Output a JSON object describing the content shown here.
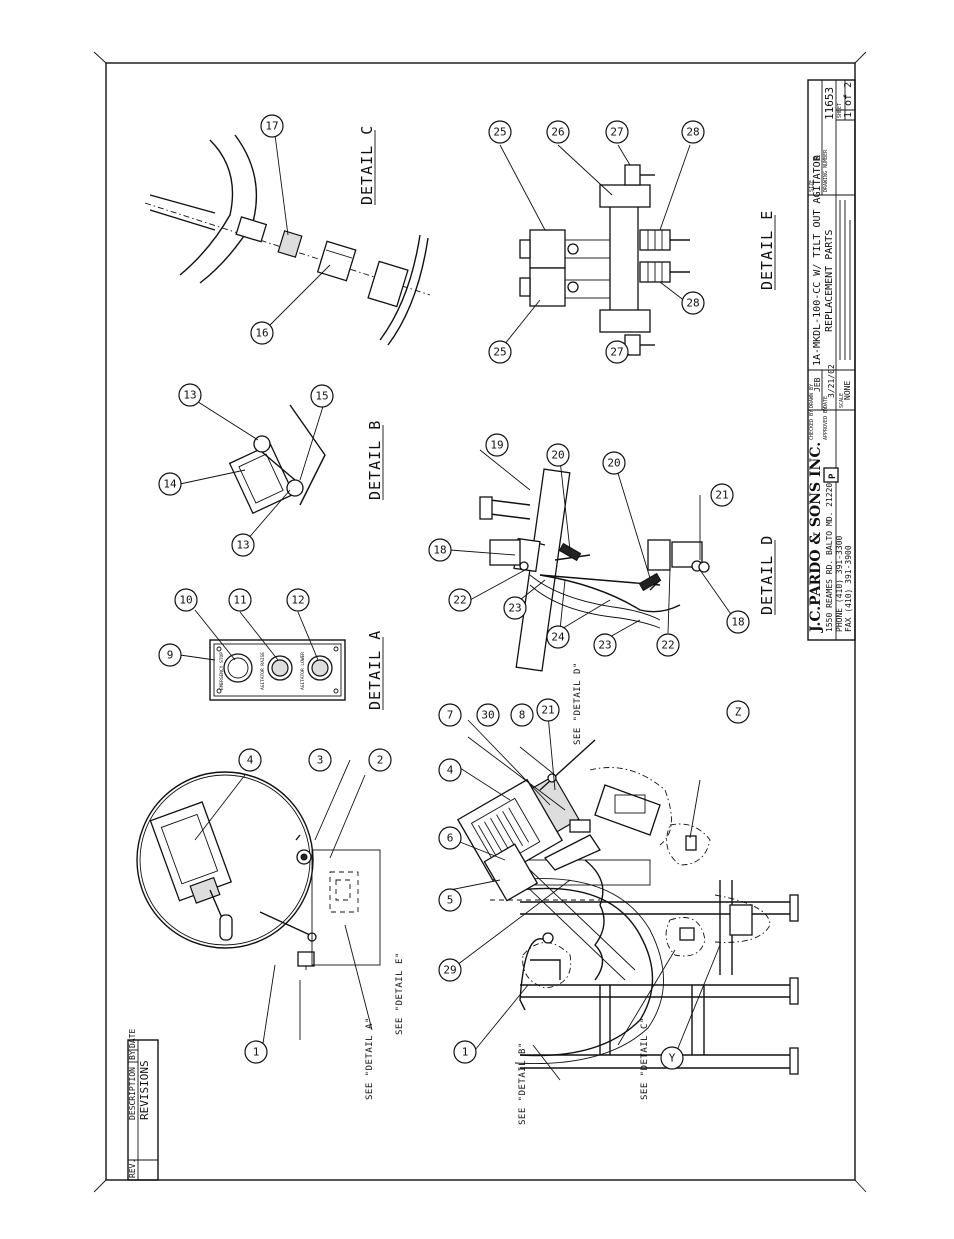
{
  "callouts": [
    "1",
    "2",
    "3",
    "4",
    "5",
    "6",
    "7",
    "8",
    "9",
    "10",
    "11",
    "12",
    "13",
    "14",
    "15",
    "16",
    "17",
    "18",
    "19",
    "20",
    "21",
    "22",
    "23",
    "24",
    "25",
    "26",
    "27",
    "28",
    "29",
    "30",
    "Y",
    "Z"
  ],
  "details": {
    "a": "DETAIL A",
    "b": "DETAIL B",
    "c": "DETAIL C",
    "d": "DETAIL D",
    "e": "DETAIL E"
  },
  "see_notes": {
    "a": "SEE \"DETAIL A\"",
    "b": "SEE \"DETAIL B\"",
    "c": "SEE \"DETAIL C\"",
    "d": "SEE \"DETAIL D\"",
    "e": "SEE \"DETAIL E\""
  },
  "control_panel": {
    "button_1": "EMERGENCY STOP",
    "button_2": "AGITATOR RAISE",
    "button_3": "AGITATOR LOWER"
  },
  "revisions": {
    "rev": "REV.",
    "description": "DESCRIPTION",
    "by": "BY",
    "date": "DATE",
    "title": "REVISIONS"
  },
  "title_block": {
    "company": "J.C.PARDO & SONS INC.",
    "address_1": "1550 REAMES RD.",
    "address_2": "BALTO MD. 21220",
    "phone": "PHONE (410) 391-3300",
    "fax": "FAX (410) 391-3900",
    "drawn_by_label": "DRAWN BY",
    "drawn_by": "JEB",
    "date_label": "DATE",
    "date": "3/21/02",
    "scale_label": "SCALE",
    "scale": "NONE",
    "checked_by_label": "CHECKED BY",
    "approved_by_label": "APPROVED BY",
    "title_1": "1A-MKDL-100-CC W/ TILT OUT AGITATOR",
    "title_2": "REPLACEMENT PARTS",
    "size_label": "SIZE",
    "size": "D",
    "dwg_no_label": "DRAWING NUMBER",
    "dwg_no": "11653",
    "sheet_label": "SHEET",
    "sheet": "1 of 2"
  }
}
